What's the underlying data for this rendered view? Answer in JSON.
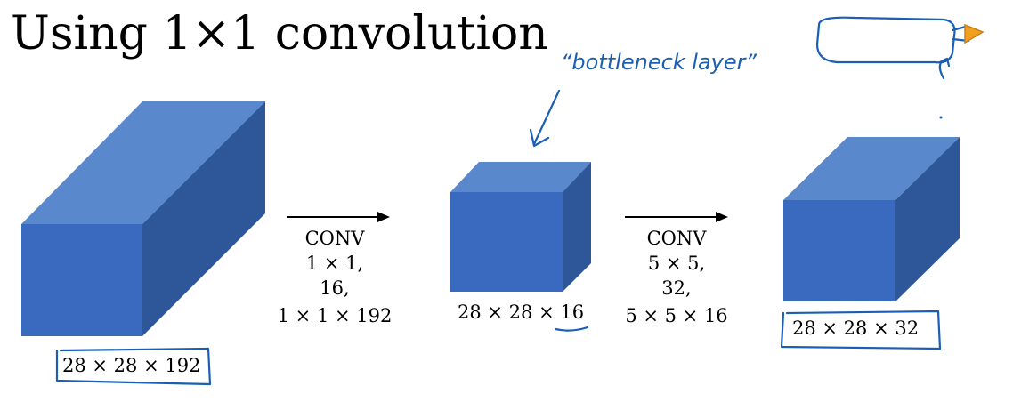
{
  "title": "Using 1×1 convolution",
  "annotation": "“bottleneck layer”",
  "volumes": {
    "input": "28 × 28 × 192",
    "bottleneck": "28 × 28 × 16",
    "output": "28 × 28 × 32"
  },
  "conv1": {
    "op": "CONV",
    "size": "1 × 1,",
    "filters": "16,",
    "params": "1 × 1 × 192"
  },
  "conv2": {
    "op": "CONV",
    "size": "5 × 5,",
    "filters": "32,",
    "params": "5 × 5 × 16"
  },
  "colors": {
    "front": "#3a6ac0",
    "top": "#5a88cc",
    "side": "#2e579a",
    "ink": "#1a5fb4",
    "doodle": "#f0a020"
  }
}
